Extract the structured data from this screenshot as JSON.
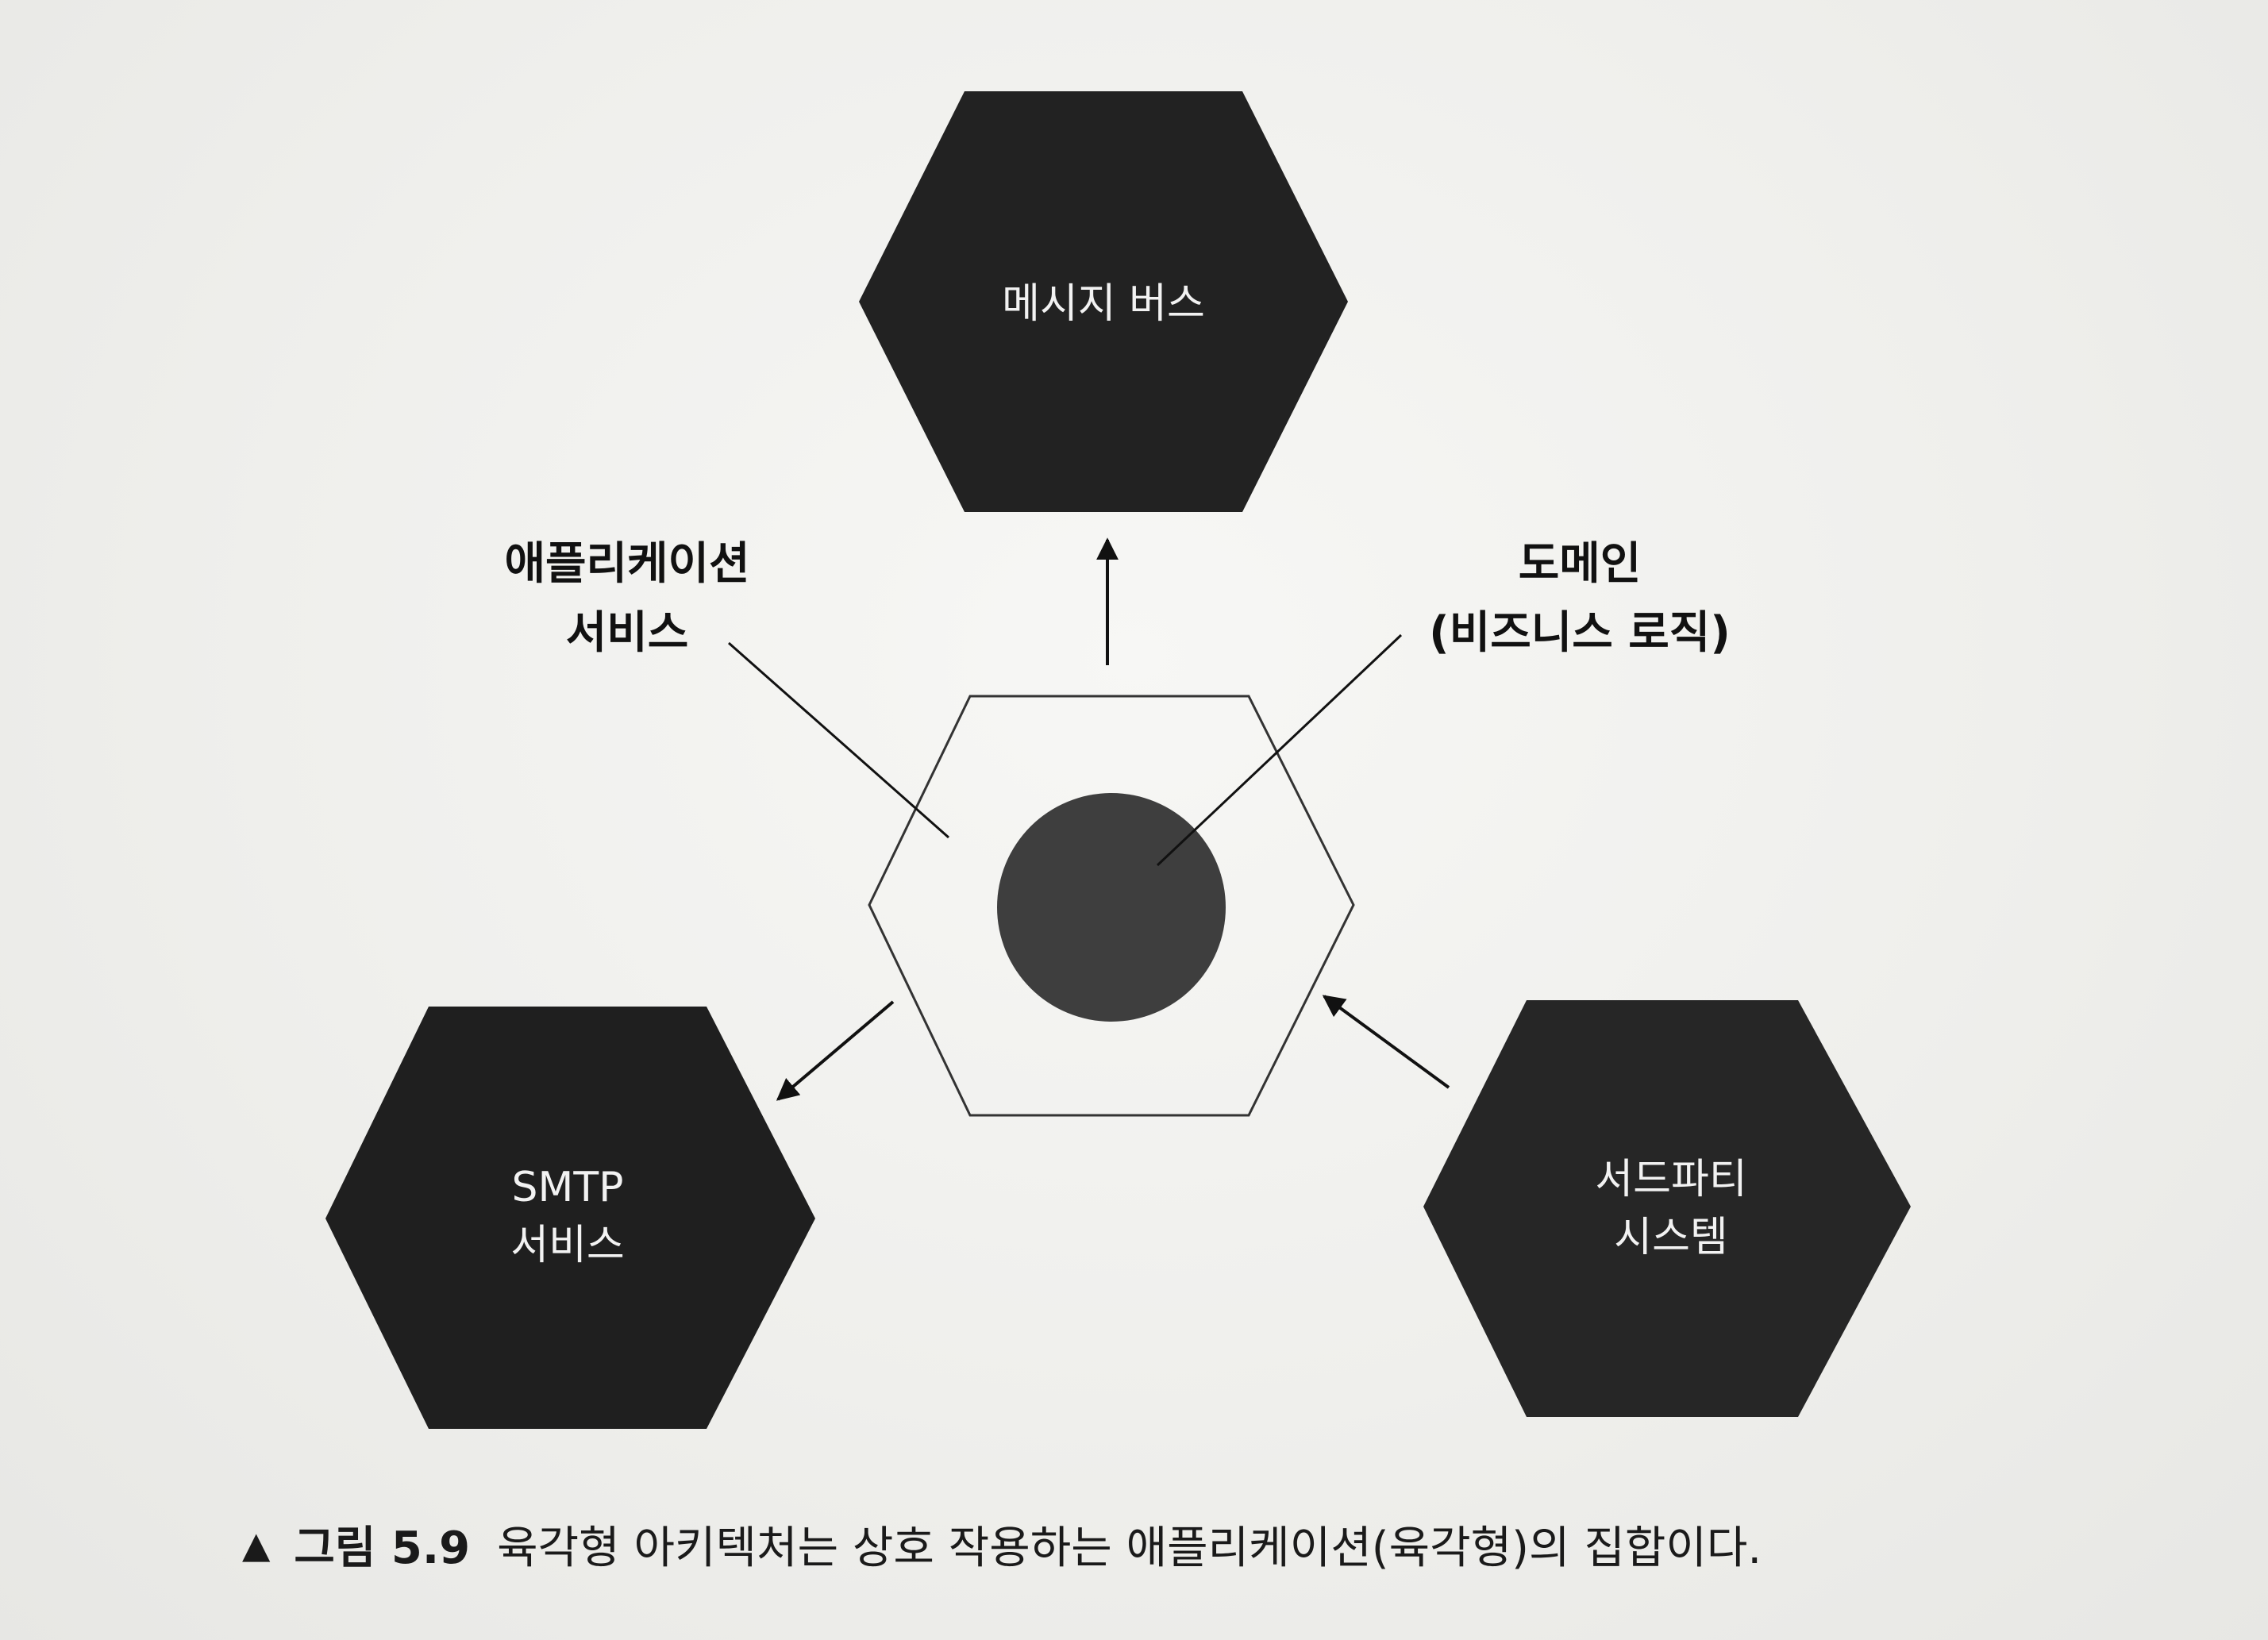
{
  "nodes": {
    "message_bus": {
      "label": "메시지 버스"
    },
    "smtp_service": {
      "lines": [
        "SMTP",
        "서비스"
      ]
    },
    "third_party": {
      "lines": [
        "서드파티",
        "시스템"
      ]
    },
    "center_app": {
      "label": ""
    }
  },
  "callouts": {
    "application_service": {
      "lines": [
        "애플리케이션",
        "서비스"
      ]
    },
    "domain": {
      "lines": [
        "도메인",
        "(비즈니스 로직)"
      ]
    }
  },
  "caption": {
    "marker": "▲",
    "figure_number": "그림 5.9",
    "text": "육각형 아키텍처는 상호 작용하는 애플리케이션(육각형)의 집합이다."
  },
  "colors": {
    "hex_fill": "#222222",
    "domain_circle": "#3e3e3e",
    "center_hex_stroke": "#333333",
    "background": "#f1f1ef"
  }
}
